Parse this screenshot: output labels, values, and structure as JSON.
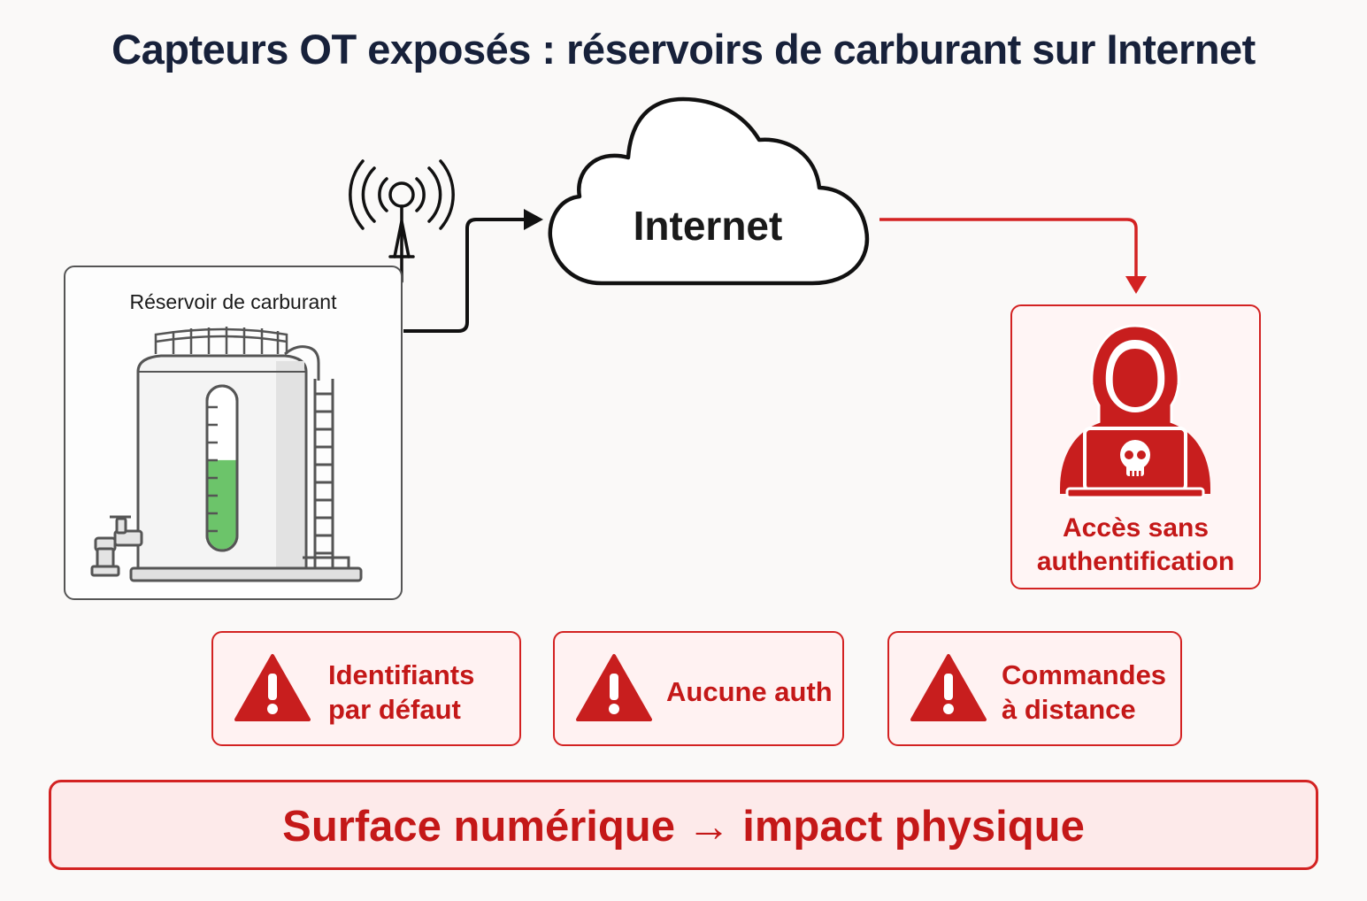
{
  "title": "Capteurs OT exposés : réservoirs de carburant sur Internet",
  "tank": {
    "label": "Réservoir de carburant",
    "icon": "fuel-tank-icon",
    "level_percent": 55
  },
  "antenna": {
    "icon": "antenna-icon"
  },
  "cloud": {
    "label": "Internet",
    "icon": "cloud-icon"
  },
  "attacker": {
    "label_line1": "Accès sans",
    "label_line2": "authentification",
    "icon": "hacker-icon"
  },
  "risks": [
    {
      "line1": "Identifiants",
      "line2": "par défaut",
      "icon": "warning-icon"
    },
    {
      "line1": "Aucune auth",
      "line2": "",
      "icon": "warning-icon"
    },
    {
      "line1": "Commandes",
      "line2": "à distance",
      "icon": "warning-icon"
    }
  ],
  "banner": {
    "text": "Surface numérique → impact physique"
  },
  "colors": {
    "accent_red": "#d32222",
    "text_red": "#c41818",
    "fuel_green": "#6cc46a",
    "title": "#17213a"
  }
}
